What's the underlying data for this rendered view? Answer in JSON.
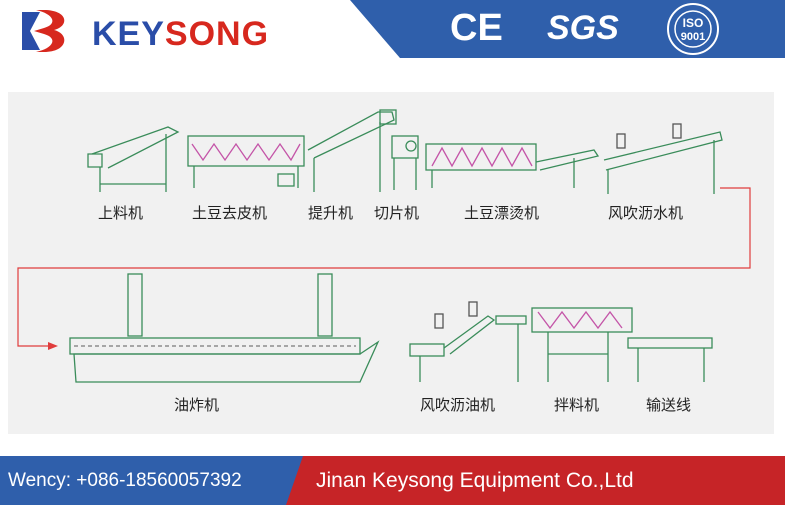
{
  "header": {
    "brand_part1": "KEY",
    "brand_part2": "SONG",
    "certs": {
      "ce": "CE",
      "sgs": "SGS",
      "iso": "ISO",
      "iso_number": "9001"
    }
  },
  "diagram": {
    "machines": [
      {
        "label": "上料机"
      },
      {
        "label": "土豆去皮机"
      },
      {
        "label": "提升机"
      },
      {
        "label": "切片机"
      },
      {
        "label": "土豆漂烫机"
      },
      {
        "label": "风吹沥水机"
      },
      {
        "label": "油炸机"
      },
      {
        "label": "风吹沥油机"
      },
      {
        "label": "拌料机"
      },
      {
        "label": "输送线"
      }
    ]
  },
  "footer": {
    "contact": "Wency: +086-18560057392",
    "company": "Jinan Keysong Equipment Co.,Ltd"
  },
  "colors": {
    "brand_blue": "#2a4da8",
    "brand_red": "#d7281e",
    "header_band": "#2f5fab",
    "footer_red": "#c62427",
    "machine_green": "#3a8c5a",
    "machine_pink": "#c455a8",
    "flow_red": "#e03c3c"
  }
}
